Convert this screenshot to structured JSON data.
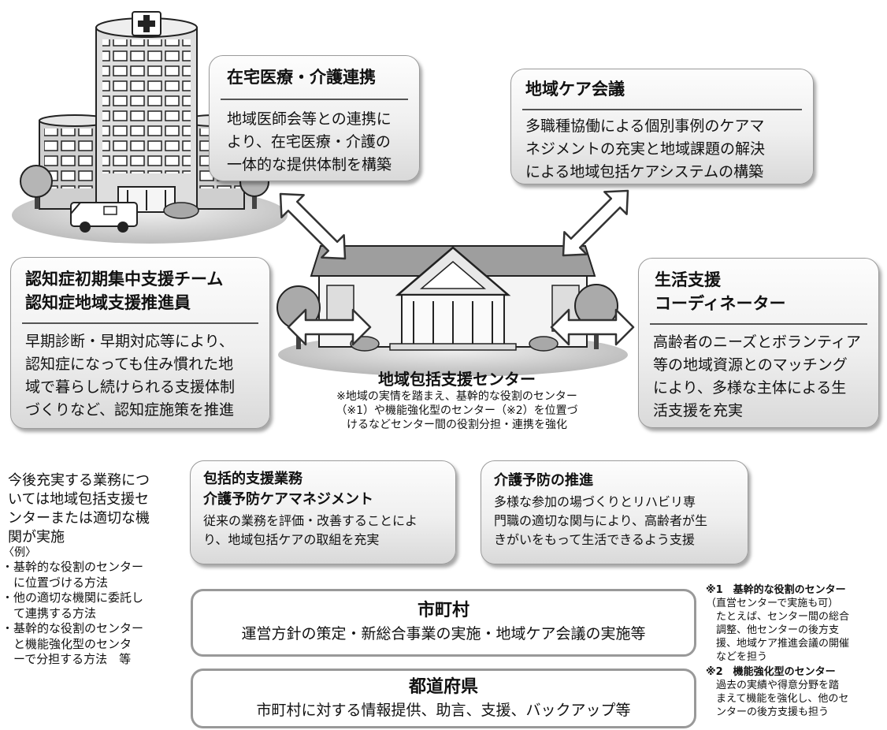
{
  "top_left": {
    "title": "在宅医療・介護連携",
    "lines": [
      "地域医師会等との連携に",
      "より、在宅医療・介護の",
      "一体的な提供体制を構築"
    ]
  },
  "top_right": {
    "title": "地域ケア会議",
    "lines": [
      "多職種協働による個別事例のケアマ",
      "ネジメントの充実と地域課題の解決",
      "による地域包括ケアシステムの構築"
    ]
  },
  "mid_left": {
    "title_lines": [
      "認知症初期集中支援チーム",
      "認知症地域支援推進員"
    ],
    "lines": [
      "早期診断・早期対応等により、",
      "認知症になっても住み慣れた地",
      "域で暮らし続けられる支援体制",
      "づくりなど、認知症施策を推進"
    ]
  },
  "mid_right": {
    "title_lines": [
      "生活支援",
      "コーディネーター"
    ],
    "lines": [
      "高齢者のニーズとボランティア",
      "等の地域資源とのマッチング",
      "により、多様な主体による生",
      "活支援を充実"
    ]
  },
  "center": {
    "title": "地域包括支援センター",
    "lines": [
      "※地域の実情を踏まえ、基幹的な役割のセンター",
      "（※1）や機能強化型のセンター（※2）を位置づ",
      "けるなどセンター間の役割分担・連携を強化"
    ]
  },
  "services_left": {
    "title_lines": [
      "包括的支援業務",
      "介護予防ケアマネジメント"
    ],
    "lines": [
      "従来の業務を評価・改善することによ",
      "り、地域包括ケアの取組を充実"
    ]
  },
  "services_right": {
    "title": "介護予防の推進",
    "lines": [
      "多様な参加の場づくりとリハビリ専",
      "門職の適切な関与により、高齢者が生",
      "きがいをもって生活できるよう支援"
    ]
  },
  "municipality": {
    "title": "市町村",
    "text": "運営方針の策定・新総合事業の実施・地域ケア会議の実施等"
  },
  "prefecture": {
    "title": "都道府県",
    "text": "市町村に対する情報提供、助言、支援、バックアップ等"
  },
  "left_note": {
    "lead_lines": [
      "今後充実する業務につ",
      "いては地域包括支援セ",
      "ンターまたは適切な機",
      "関が実施"
    ],
    "example_label": "〈例〉",
    "example_lines": [
      "・基幹的な役割のセンター",
      "　に位置づける方法",
      "・他の適切な機関に委託し",
      "　て連携する方法",
      "・基幹的な役割のセンター",
      "　と機能強化型のセンタ",
      "　ーで分担する方法　等"
    ]
  },
  "footnote1": {
    "title": "※1　基幹的な役割のセンター",
    "lines": [
      "（直営センターで実施も可）",
      "　たとえば、センター間の総合",
      "　調整、他センターの後方支",
      "　援、地域ケア推進会議の開催",
      "　などを担う"
    ]
  },
  "footnote2": {
    "title": "※2　機能強化型のセンター",
    "lines": [
      "　過去の実績や得意分野を踏",
      "　まえて機能を強化し、他のセ",
      "　ンターの後方支援も担う"
    ]
  },
  "icons": [
    "hospital-illustration",
    "center-building-illustration",
    "double-arrow-icon",
    "tree-icon",
    "ambulance-icon"
  ],
  "colors": {
    "card_top": "#fdfdfd",
    "card_bottom": "#d9d9d9",
    "outline": "#999999"
  }
}
